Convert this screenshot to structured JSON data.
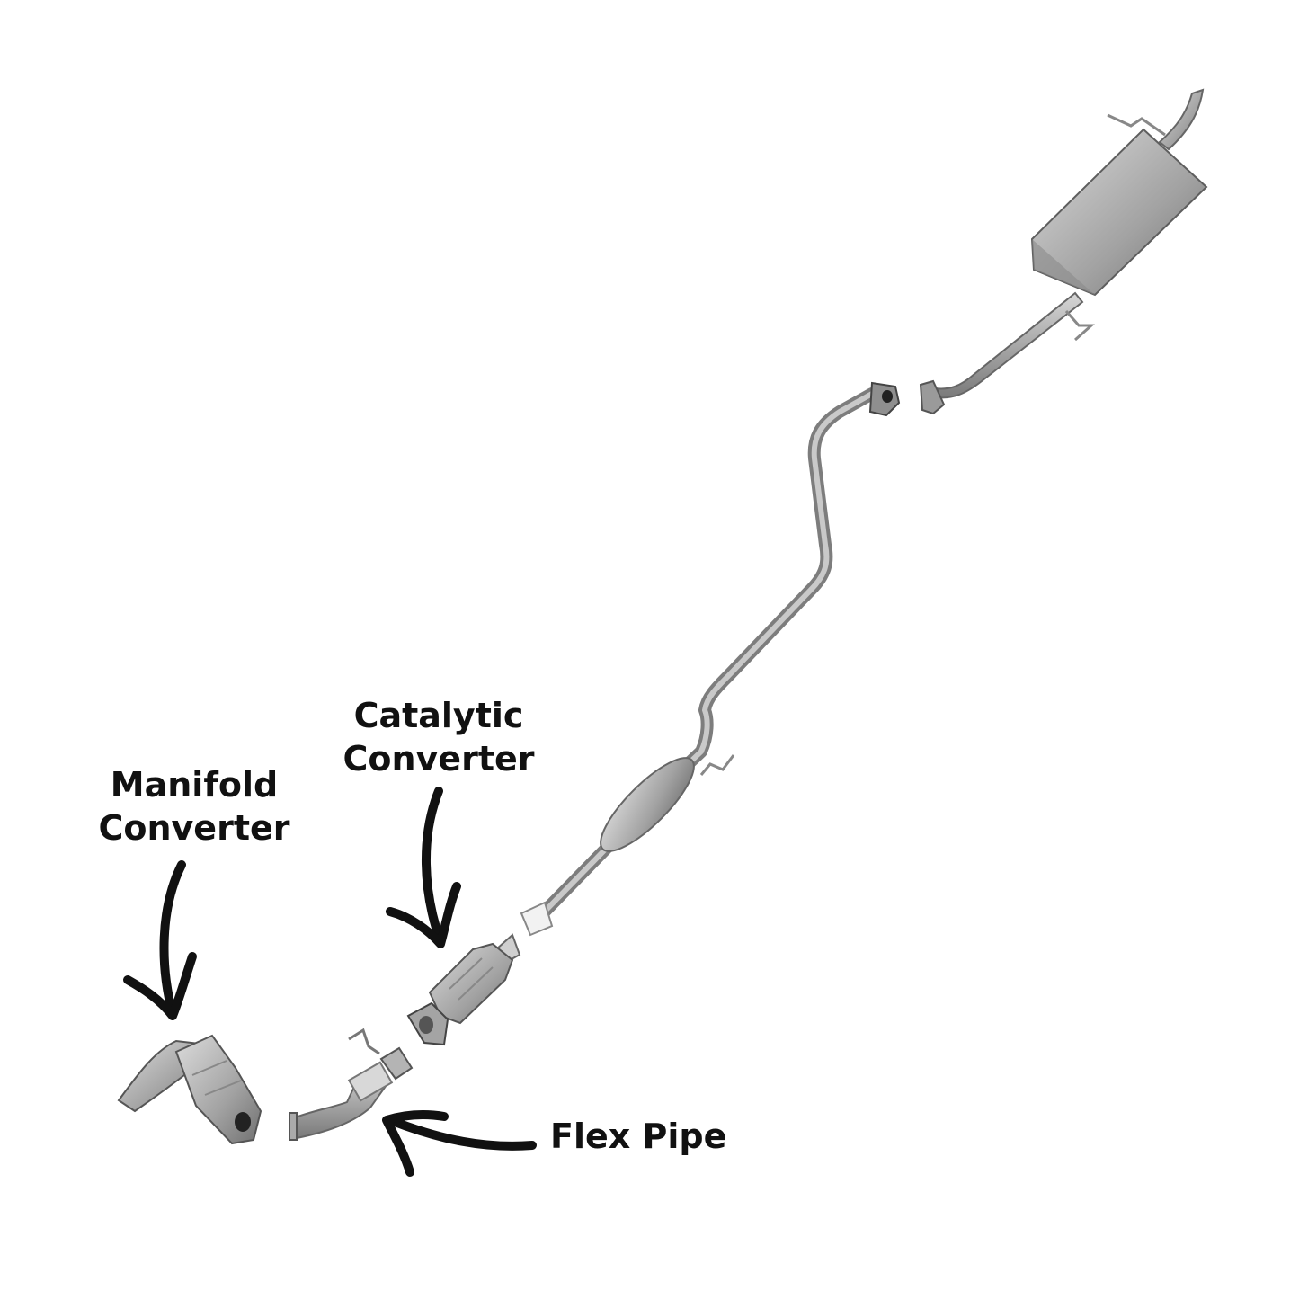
{
  "labels": {
    "catalytic": {
      "line1": "Catalytic",
      "line2": "Converter"
    },
    "manifold": {
      "line1": "Manifold",
      "line2": "Converter"
    },
    "flex": {
      "text": "Flex Pipe"
    }
  },
  "colors": {
    "background": "#ffffff",
    "text": "#111111",
    "arrow": "#111111",
    "metal_light": "#d2d2d2",
    "metal_mid": "#a9a9a9",
    "metal_dark": "#6f6f6f"
  }
}
